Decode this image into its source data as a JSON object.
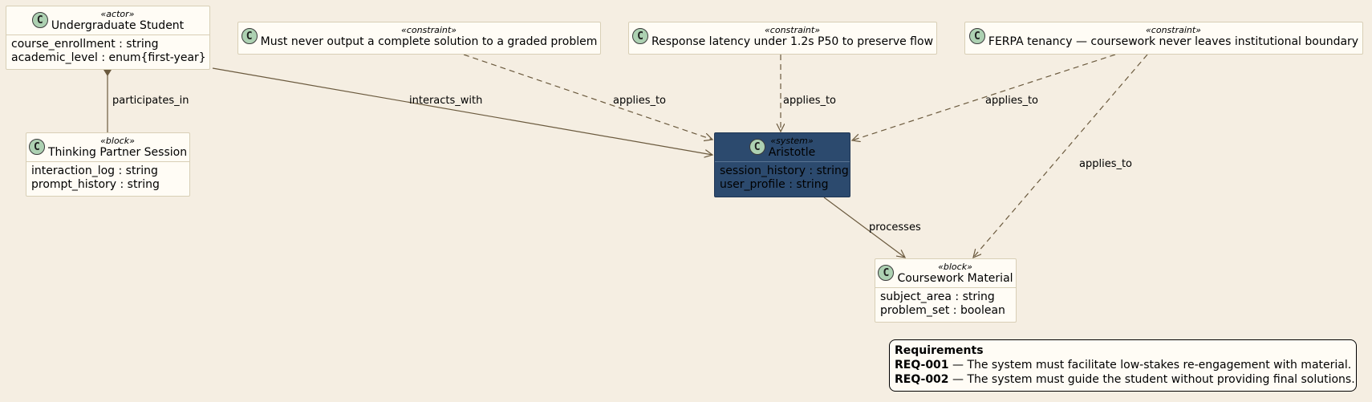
{
  "nodes": {
    "student": {
      "stereotype": "«actor»",
      "name": "Undergraduate Student",
      "attrs": [
        "course_enrollment : string",
        "academic_level : enum{first-year}"
      ]
    },
    "session": {
      "stereotype": "«block»",
      "name": "Thinking Partner Session",
      "attrs": [
        "interaction_log : string",
        "prompt_history : string"
      ]
    },
    "c1": {
      "stereotype": "«constraint»",
      "name": "Must never output a complete solution to a graded problem"
    },
    "c2": {
      "stereotype": "«constraint»",
      "name": "Response latency under 1.2s P50 to preserve flow"
    },
    "c3": {
      "stereotype": "«constraint»",
      "name": "FERPA tenancy — coursework never leaves institutional boundary"
    },
    "aristotle": {
      "stereotype": "«system»",
      "name": "Aristotle",
      "attrs": [
        "session_history : string",
        "user_profile : string"
      ]
    },
    "coursework": {
      "stereotype": "«block»",
      "name": "Coursework Material",
      "attrs": [
        "subject_area : string",
        "problem_set : boolean"
      ]
    }
  },
  "edges": {
    "participates_in": "participates_in",
    "interacts_with": "interacts_with",
    "applies_to_1": "applies_to",
    "applies_to_2": "applies_to",
    "applies_to_3": "applies_to",
    "applies_to_4": "applies_to",
    "processes": "processes"
  },
  "note": {
    "title": "Requirements",
    "items": [
      {
        "id": "REQ-001",
        "text": " — The system must facilitate low-stakes re-engagement with material."
      },
      {
        "id": "REQ-002",
        "text": " — The system must guide the student without providing final solutions."
      }
    ]
  },
  "colors": {
    "background": "#f5eee2",
    "node_fill": "#fffcf5",
    "node_border": "#d8cfb6",
    "system_fill": "#2c4a6e",
    "edge": "#6b5a3e",
    "class_badge": "#add1b2"
  }
}
